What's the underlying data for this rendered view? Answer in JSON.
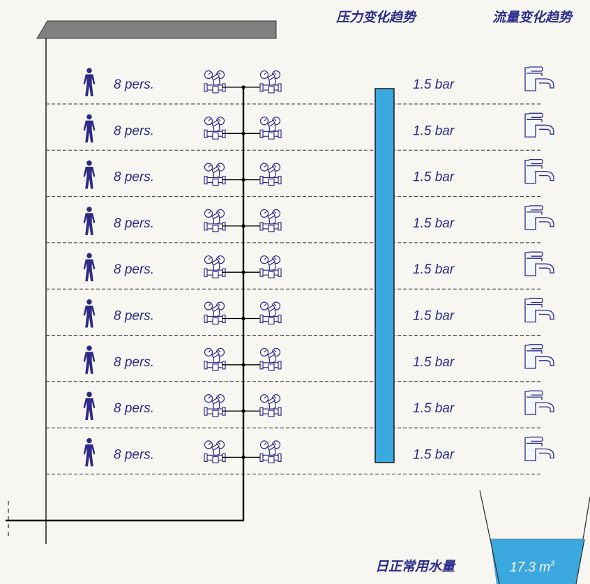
{
  "headers": {
    "pressure_trend": "压力变化趋势",
    "flow_trend": "流量变化趋势"
  },
  "floors": [
    {
      "occupancy": "8 pers.",
      "pressure": "1.5 bar"
    },
    {
      "occupancy": "8 pers.",
      "pressure": "1.5 bar"
    },
    {
      "occupancy": "8 pers.",
      "pressure": "1.5 bar"
    },
    {
      "occupancy": "8 pers.",
      "pressure": "1.5 bar"
    },
    {
      "occupancy": "8 pers.",
      "pressure": "1.5 bar"
    },
    {
      "occupancy": "8 pers.",
      "pressure": "1.5 bar"
    },
    {
      "occupancy": "8 pers.",
      "pressure": "1.5 bar"
    },
    {
      "occupancy": "8 pers.",
      "pressure": "1.5 bar"
    },
    {
      "occupancy": "8 pers.",
      "pressure": "1.5 bar"
    }
  ],
  "daily_usage": {
    "label": "日正常用水量",
    "value": "17.3 m",
    "unit_superscript": "3"
  },
  "colors": {
    "person": "#2e2a86",
    "valve": "#2e2a86",
    "faucet": "#2e2a86",
    "pressure_bar": "#3ba8e0",
    "tank_water": "#3ba8e0",
    "roof": "#808080",
    "pipe": "#000000",
    "text": "#2a2b8a"
  },
  "icons": {
    "person": "person-icon",
    "valve": "pressure-reducing-valve-icon",
    "faucet": "faucet-icon"
  }
}
